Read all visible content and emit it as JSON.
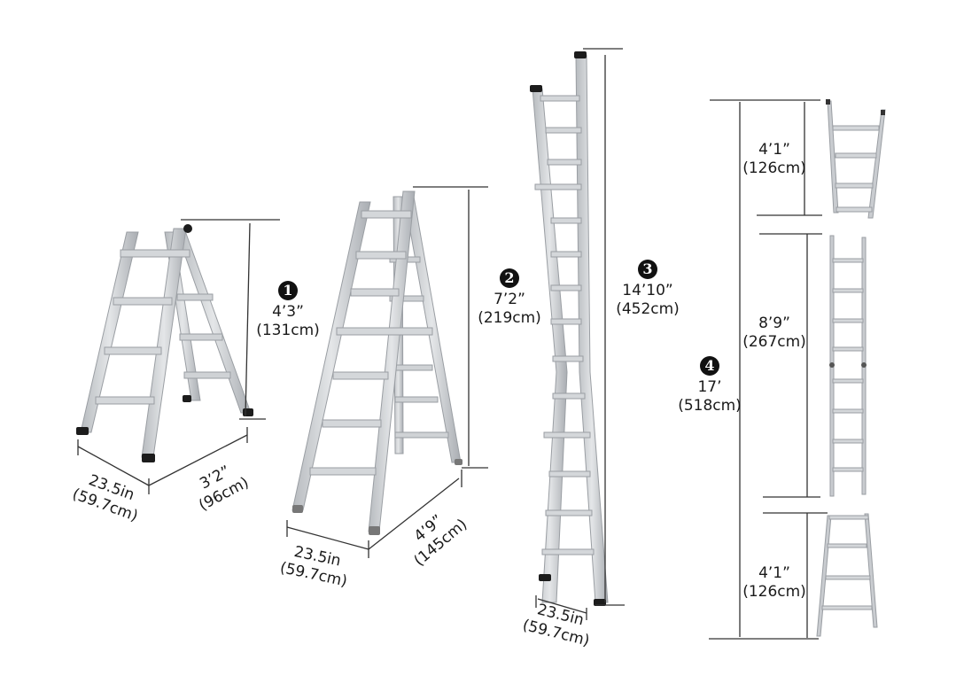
{
  "configurations": [
    {
      "number": "1",
      "height_ft": "4’3”",
      "height_cm": "(131cm)",
      "width_in": "23.5in",
      "width_cm": "(59.7cm)",
      "depth_ft": "3’2”",
      "depth_cm": "(96cm)"
    },
    {
      "number": "2",
      "height_ft": "7’2”",
      "height_cm": "(219cm)",
      "width_in": "23.5in",
      "width_cm": "(59.7cm)",
      "depth_ft": "4’9”",
      "depth_cm": "(145cm)"
    },
    {
      "number": "3",
      "height_ft": "14’10”",
      "height_cm": "(452cm)",
      "width_in": "23.5in",
      "width_cm": "(59.7cm)"
    },
    {
      "number": "4",
      "height_ft": "17’",
      "height_cm": "(518cm)",
      "sections": [
        {
          "height_ft": "4’1”",
          "height_cm": "(126cm)"
        },
        {
          "height_ft": "8’9”",
          "height_cm": "(267cm)"
        },
        {
          "height_ft": "4’1”",
          "height_cm": "(126cm)"
        }
      ]
    }
  ],
  "colors": {
    "aluminum": "#c9ccd0",
    "aluminum_dark": "#9a9ea3",
    "feet": "#1c1c1c",
    "dimension_lines": "#333333"
  }
}
